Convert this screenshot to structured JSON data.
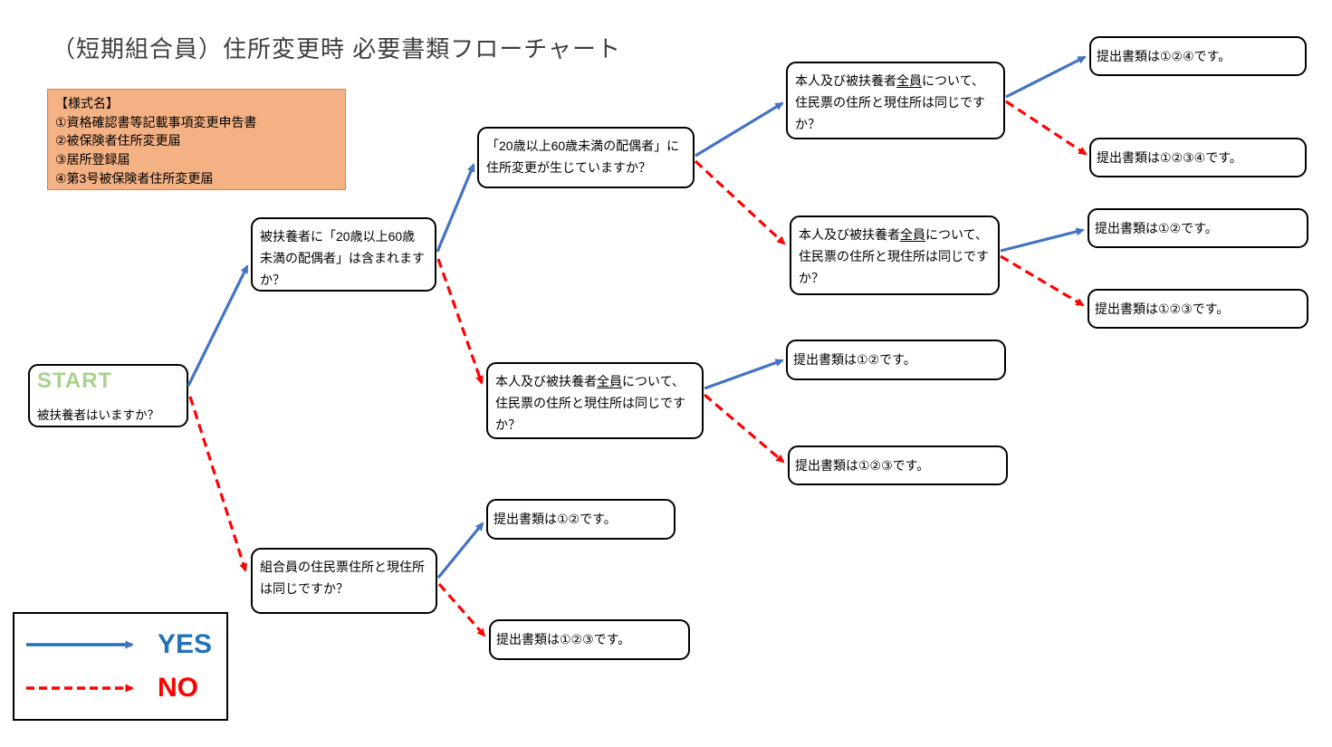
{
  "title": "（短期組合員）住所変更時 必要書類フローチャート",
  "forms_box": {
    "heading": "【様式名】",
    "items": [
      "①資格確認書等記載事項変更申告書",
      "②被保険者住所変更届",
      "③居所登録届",
      "④第3号被保険者住所変更届"
    ]
  },
  "nodes": {
    "start": {
      "label": "START",
      "question": "被扶養者はいますか？"
    },
    "q_spouse_included": {
      "text": "被扶養者に「20歳以上60歳未満の配偶者」は含まれますか？"
    },
    "q_spouse_moved": {
      "text": "「20歳以上60歳未満の配偶者」に住所変更が生じていますか？"
    },
    "q_all_top": {
      "pre": "本人及び被扶養者",
      "u": "全員",
      "post": "について、住民票の住所と現住所は同じですか？"
    },
    "q_all_right": {
      "pre": "本人及び被扶養者",
      "u": "全員",
      "post": "について、住民票の住所と現住所は同じですか？"
    },
    "q_all_mid": {
      "pre": "本人及び被扶養者",
      "u": "全員",
      "post": "について、住民票の住所と現住所は同じですか？"
    },
    "q_member": {
      "text": "組合員の住民票住所と現住所は同じですか？"
    },
    "r1": {
      "text": "提出書類は①②④です。"
    },
    "r2": {
      "text": "提出書類は①②③④です。"
    },
    "r3": {
      "text": "提出書類は①②です。"
    },
    "r4": {
      "text": "提出書類は①②③です。"
    },
    "r5": {
      "text": "提出書類は①②です。"
    },
    "r6": {
      "text": "提出書類は①②③です。"
    },
    "r7": {
      "text": "提出書類は①②です。"
    },
    "r8": {
      "text": "提出書類は①②③です。"
    }
  },
  "legend": {
    "yes_label": "YES",
    "no_label": "NO"
  },
  "colors": {
    "yes_arrow": "#4472C4",
    "no_arrow": "#FF0000",
    "legend_yes_text": "#2272B8",
    "legend_no_text": "#FF0000",
    "start_label": "#A9D18E",
    "forms_bg": "#F4B183",
    "forms_border": "#ED7D31"
  }
}
